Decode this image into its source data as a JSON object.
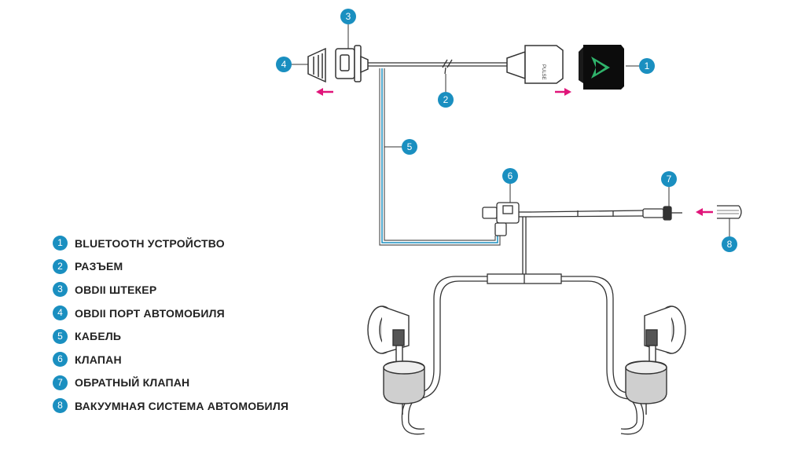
{
  "colors": {
    "accent": "#1a8fc0",
    "arrow": "#e0157a",
    "device": "#0c0c0c",
    "device_logo": "#2fb36b"
  },
  "callouts": [
    {
      "id": "callout-1",
      "number": "1"
    },
    {
      "id": "callout-2",
      "number": "2"
    },
    {
      "id": "callout-3",
      "number": "3"
    },
    {
      "id": "callout-4",
      "number": "4"
    },
    {
      "id": "callout-5",
      "number": "5"
    },
    {
      "id": "callout-6",
      "number": "6"
    },
    {
      "id": "callout-7",
      "number": "7"
    },
    {
      "id": "callout-8",
      "number": "8"
    }
  ],
  "legend": [
    {
      "number": "1",
      "label": "BLUETOOTH УСТРОЙСТВО"
    },
    {
      "number": "2",
      "label": "РАЗЪЕМ"
    },
    {
      "number": "3",
      "label": "OBDII ШТЕКЕР"
    },
    {
      "number": "4",
      "label": "OBDII ПОРТ АВТОМОБИЛЯ"
    },
    {
      "number": "5",
      "label": "КАБЕЛЬ"
    },
    {
      "number": "6",
      "label": "КЛАПАН"
    },
    {
      "number": "7",
      "label": "ОБРАТНЫЙ КЛАПАН"
    },
    {
      "number": "8",
      "label": "ВАКУУМНАЯ СИСТЕМА АВТОМОБИЛЯ"
    }
  ]
}
